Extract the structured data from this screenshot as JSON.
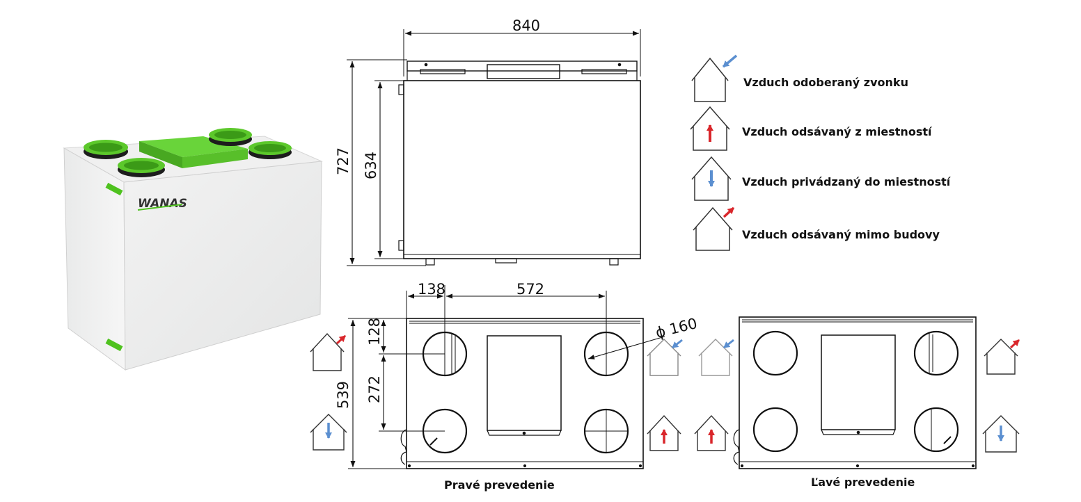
{
  "product": {
    "brand": "WANAS"
  },
  "dimensions": {
    "width": "840",
    "height_total": "727",
    "height_body": "634",
    "duct_offset_x": "138",
    "duct_spacing_x": "572",
    "duct_offset_y": "128",
    "duct_spacing_y": "272",
    "depth": "539",
    "duct_diameter": "ϕ 160"
  },
  "legend": {
    "items": [
      {
        "label": "Vzduch odoberaný zvonku",
        "icon": "house-arrow-in-icon",
        "color": "#5b8fd0"
      },
      {
        "label": "Vzduch odsávaný z miestností",
        "icon": "house-arrow-up-icon",
        "color": "#d9262b"
      },
      {
        "label": "Vzduch privádzaný do miestností",
        "icon": "house-arrow-down-icon",
        "color": "#5b8fd0"
      },
      {
        "label": "Vzduch odsávaný mimo budovy",
        "icon": "house-arrow-out-icon",
        "color": "#d9262b"
      }
    ]
  },
  "captions": {
    "right": "Pravé prevedenie",
    "left": "Ľavé prevedenie"
  },
  "colors": {
    "accent_green": "#4fc21f",
    "supply_blue": "#5b8fd0",
    "exhaust_red": "#d9262b"
  }
}
